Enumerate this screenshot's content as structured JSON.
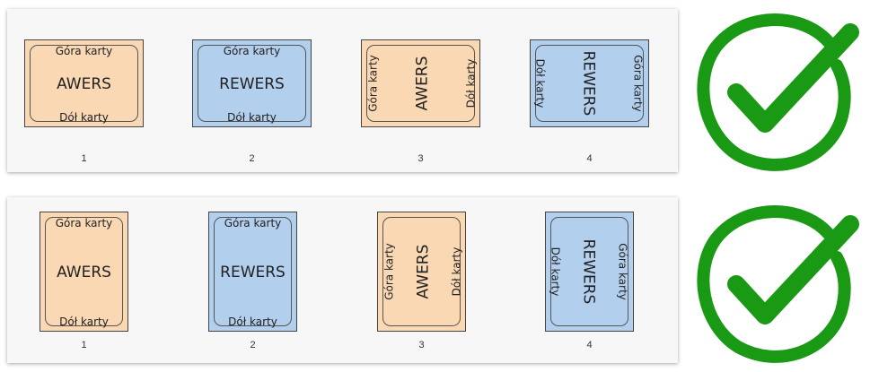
{
  "colors": {
    "awers": "#fad8b3",
    "rewers": "#b3cfee",
    "check": "#1a9a14"
  },
  "rows": [
    {
      "cards": [
        {
          "number": "1",
          "top": "Góra karty",
          "center": "AWERS",
          "bottom": "Dół karty",
          "side": "awers",
          "rotation": 0
        },
        {
          "number": "2",
          "top": "Góra karty",
          "center": "REWERS",
          "bottom": "Dół karty",
          "side": "rewers",
          "rotation": 0
        },
        {
          "number": "3",
          "top": "Góra karty",
          "center": "AWERS",
          "bottom": "Dół karty",
          "side": "awers",
          "rotation": -90
        },
        {
          "number": "4",
          "top": "Góra karty",
          "center": "REWERS",
          "bottom": "Dół karty",
          "side": "rewers",
          "rotation": 90
        }
      ],
      "status_icon": "checkmark-icon"
    },
    {
      "cards": [
        {
          "number": "1",
          "top": "Góra karty",
          "center": "AWERS",
          "bottom": "Dół karty",
          "side": "awers",
          "rotation": 0
        },
        {
          "number": "2",
          "top": "Góra karty",
          "center": "REWERS",
          "bottom": "Dół karty",
          "side": "rewers",
          "rotation": 0
        },
        {
          "number": "3",
          "top": "Góra karty",
          "center": "AWERS",
          "bottom": "Dół karty",
          "side": "awers",
          "rotation": -90
        },
        {
          "number": "4",
          "top": "Góra karty",
          "center": "REWERS",
          "bottom": "Dół karty",
          "side": "rewers",
          "rotation": 90
        }
      ],
      "status_icon": "checkmark-icon"
    }
  ]
}
